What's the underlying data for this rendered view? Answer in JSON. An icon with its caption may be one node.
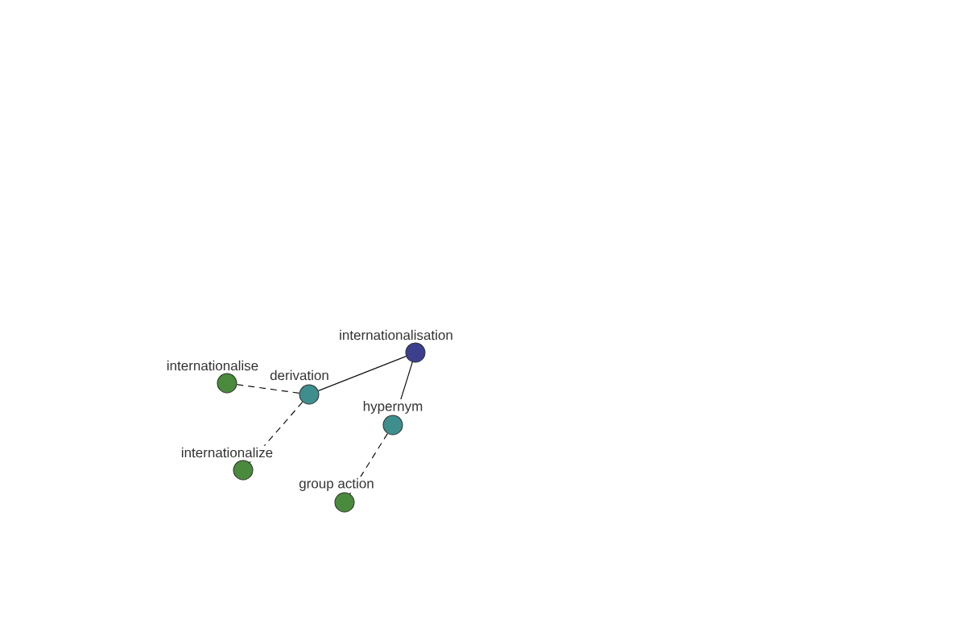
{
  "diagram": {
    "nodes": [
      {
        "text": [
          "internationalisation"
        ]
      },
      {
        "text": [
          "derivation"
        ]
      },
      {
        "text": [
          "internationalise"
        ]
      },
      {
        "text": [
          "internationalize"
        ]
      },
      {
        "text": [
          "hypernym"
        ]
      },
      {
        "text": [
          "group action"
        ]
      }
    ],
    "edges": [
      {
        "from": 0,
        "to": 1,
        "arrow": "none"
      },
      {
        "from": 0,
        "to": 4,
        "arrow": "none"
      },
      {
        "from": 1,
        "to": 2,
        "arrow": "none",
        "style": "dashed"
      },
      {
        "from": 1,
        "to": 3,
        "arrow": "none",
        "style": "dashed"
      },
      {
        "from": 4,
        "to": 5,
        "arrow": "none",
        "style": "dashed"
      }
    ]
  }
}
